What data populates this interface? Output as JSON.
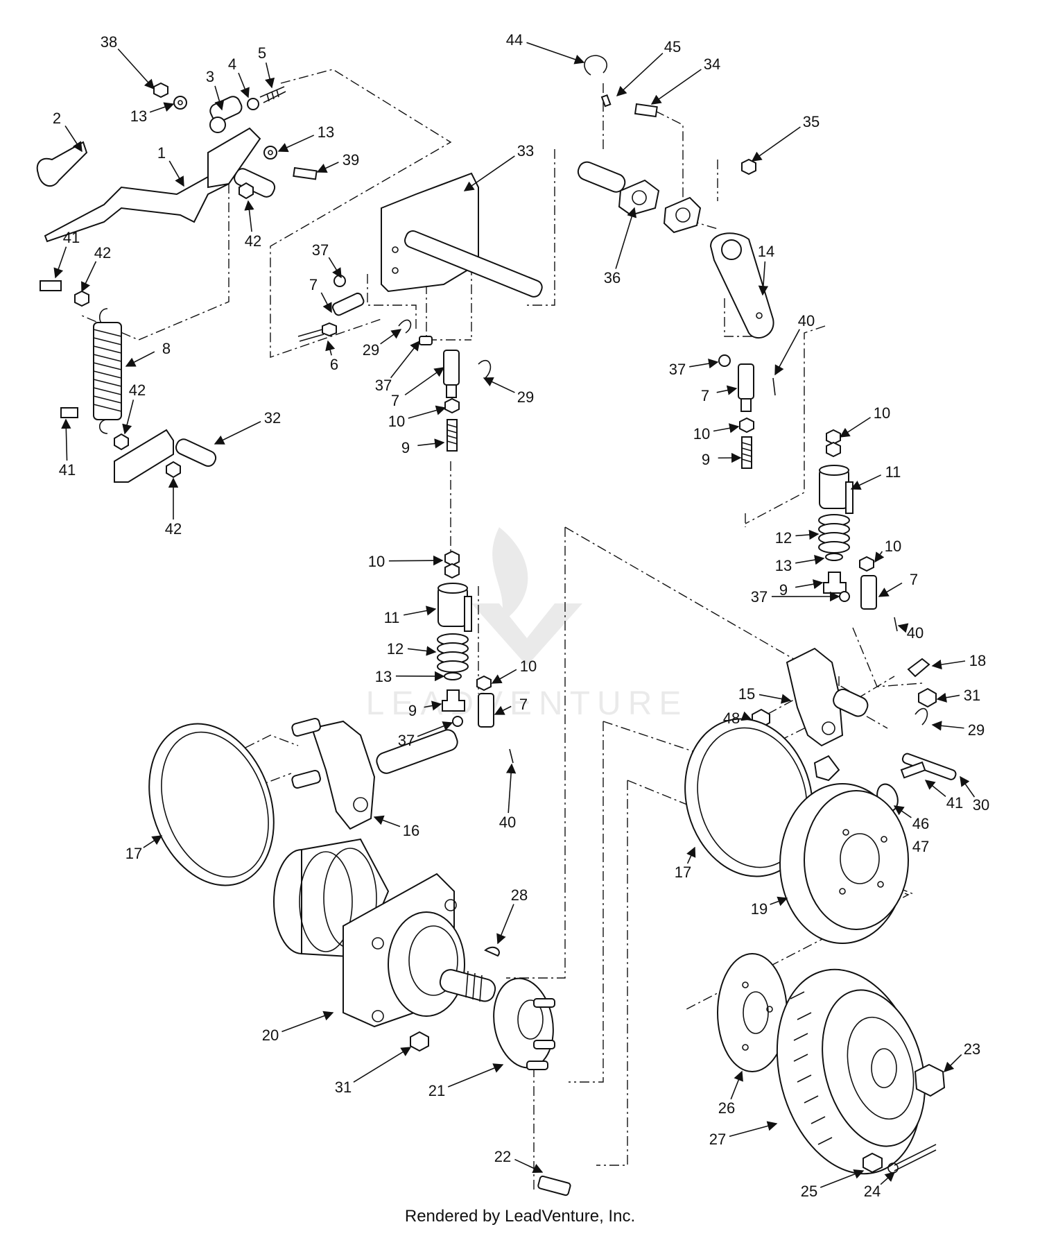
{
  "footer": {
    "text": "Rendered by LeadVenture, Inc."
  },
  "watermark": {
    "text": "LEADVENTURE"
  },
  "callouts": [
    {
      "id": "c1",
      "label": "1"
    },
    {
      "id": "c2",
      "label": "2"
    },
    {
      "id": "c3",
      "label": "3"
    },
    {
      "id": "c4",
      "label": "4"
    },
    {
      "id": "c5",
      "label": "5"
    },
    {
      "id": "c38",
      "label": "38"
    },
    {
      "id": "c13a",
      "label": "13"
    },
    {
      "id": "c13b",
      "label": "13"
    },
    {
      "id": "c39",
      "label": "39"
    },
    {
      "id": "c42a",
      "label": "42"
    },
    {
      "id": "c41a",
      "label": "41"
    },
    {
      "id": "c42b",
      "label": "42"
    },
    {
      "id": "c8",
      "label": "8"
    },
    {
      "id": "c42c",
      "label": "42"
    },
    {
      "id": "c41b",
      "label": "41"
    },
    {
      "id": "c32",
      "label": "32"
    },
    {
      "id": "c42d",
      "label": "42"
    },
    {
      "id": "c33",
      "label": "33"
    },
    {
      "id": "c37a",
      "label": "37"
    },
    {
      "id": "c7a",
      "label": "7"
    },
    {
      "id": "c6",
      "label": "6"
    },
    {
      "id": "c29a",
      "label": "29"
    },
    {
      "id": "c37b",
      "label": "37"
    },
    {
      "id": "c7b",
      "label": "7"
    },
    {
      "id": "c29b",
      "label": "29"
    },
    {
      "id": "c10a",
      "label": "10"
    },
    {
      "id": "c9a",
      "label": "9"
    },
    {
      "id": "c10b",
      "label": "10"
    },
    {
      "id": "c11a",
      "label": "11"
    },
    {
      "id": "c12a",
      "label": "12"
    },
    {
      "id": "c13c",
      "label": "13"
    },
    {
      "id": "c10c",
      "label": "10"
    },
    {
      "id": "c9b",
      "label": "9"
    },
    {
      "id": "c7c",
      "label": "7"
    },
    {
      "id": "c37c",
      "label": "37"
    },
    {
      "id": "c40a",
      "label": "40"
    },
    {
      "id": "c16",
      "label": "16"
    },
    {
      "id": "c17a",
      "label": "17"
    },
    {
      "id": "c44",
      "label": "44"
    },
    {
      "id": "c45",
      "label": "45"
    },
    {
      "id": "c34",
      "label": "34"
    },
    {
      "id": "c35",
      "label": "35"
    },
    {
      "id": "c36",
      "label": "36"
    },
    {
      "id": "c14",
      "label": "14"
    },
    {
      "id": "c40b",
      "label": "40"
    },
    {
      "id": "c37d",
      "label": "37"
    },
    {
      "id": "c7d",
      "label": "7"
    },
    {
      "id": "c10d",
      "label": "10"
    },
    {
      "id": "c9c",
      "label": "9"
    },
    {
      "id": "c10e",
      "label": "10"
    },
    {
      "id": "c11b",
      "label": "11"
    },
    {
      "id": "c12b",
      "label": "12"
    },
    {
      "id": "c13d",
      "label": "13"
    },
    {
      "id": "c10f",
      "label": "10"
    },
    {
      "id": "c9d",
      "label": "9"
    },
    {
      "id": "c7e",
      "label": "7"
    },
    {
      "id": "c37e",
      "label": "37"
    },
    {
      "id": "c40c",
      "label": "40"
    },
    {
      "id": "c18",
      "label": "18"
    },
    {
      "id": "c15",
      "label": "15"
    },
    {
      "id": "c31a",
      "label": "31"
    },
    {
      "id": "c48",
      "label": "48"
    },
    {
      "id": "c29c",
      "label": "29"
    },
    {
      "id": "c41c",
      "label": "41"
    },
    {
      "id": "c30",
      "label": "30"
    },
    {
      "id": "c46",
      "label": "46"
    },
    {
      "id": "c47",
      "label": "47"
    },
    {
      "id": "c17b",
      "label": "17"
    },
    {
      "id": "c19",
      "label": "19"
    },
    {
      "id": "c28",
      "label": "28"
    },
    {
      "id": "c20",
      "label": "20"
    },
    {
      "id": "c31b",
      "label": "31"
    },
    {
      "id": "c21",
      "label": "21"
    },
    {
      "id": "c22",
      "label": "22"
    },
    {
      "id": "c26",
      "label": "26"
    },
    {
      "id": "c23",
      "label": "23"
    },
    {
      "id": "c27",
      "label": "27"
    },
    {
      "id": "c25",
      "label": "25"
    },
    {
      "id": "c24",
      "label": "24"
    }
  ]
}
